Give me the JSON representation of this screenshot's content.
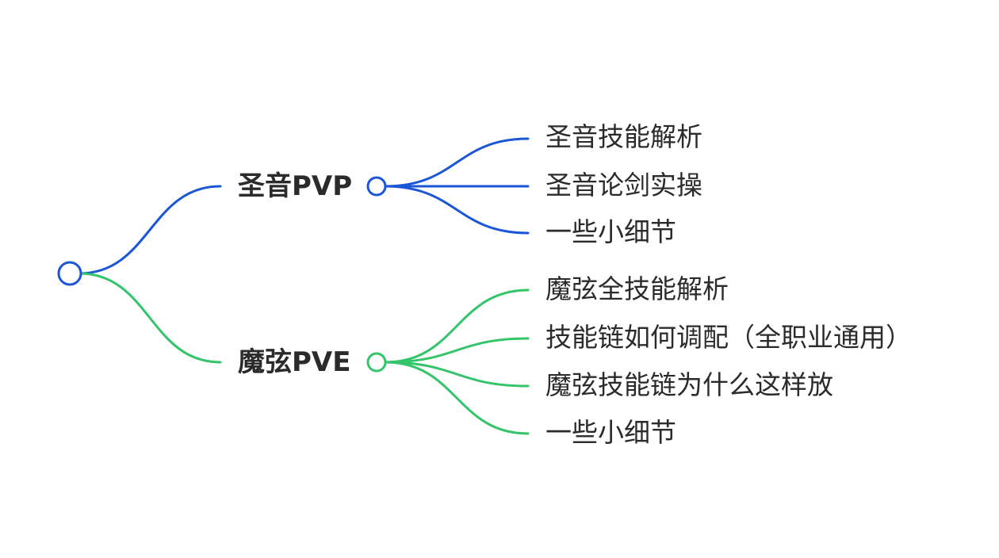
{
  "colors": {
    "branch_1": "#1a56d6",
    "branch_2": "#34c46a",
    "text": "#2b2b2b"
  },
  "mindmap": {
    "branches": [
      {
        "label": "圣音PVP",
        "children": [
          "圣音技能解析",
          "圣音论剑实操",
          "一些小细节"
        ]
      },
      {
        "label": "魔弦PVE",
        "children": [
          "魔弦全技能解析",
          "技能链如何调配（全职业通用）",
          "魔弦技能链为什么这样放",
          "一些小细节"
        ]
      }
    ]
  }
}
